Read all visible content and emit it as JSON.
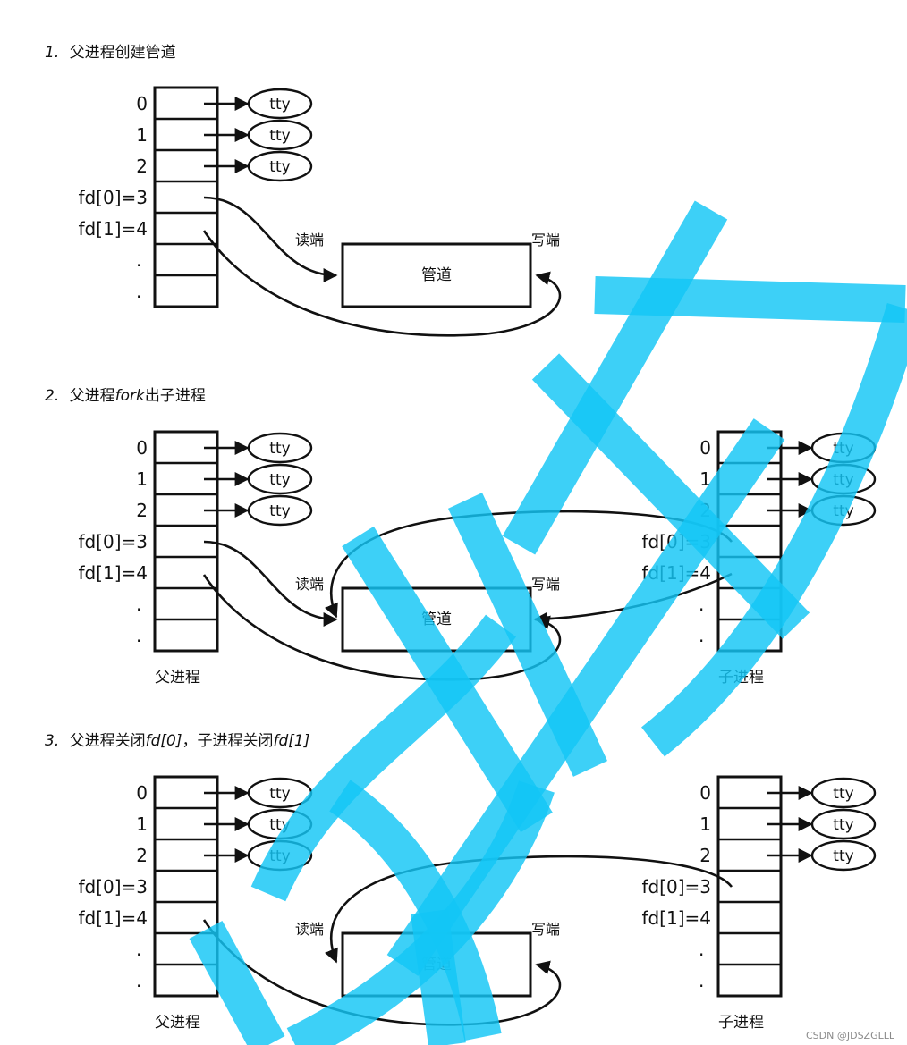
{
  "steps": [
    {
      "title_num": "1.",
      "title_parts": [
        {
          "t": "父进程创建管道",
          "it": false
        }
      ],
      "parent": {
        "rows": [
          "0",
          "1",
          "2",
          "fd[0]=3",
          "fd[1]=4",
          ".",
          "."
        ],
        "tty": [
          "tty",
          "tty",
          "tty"
        ]
      },
      "pipe": {
        "label": "管道",
        "read_end": "读端",
        "write_end": "写端"
      }
    },
    {
      "title_num": "2.",
      "title_parts": [
        {
          "t": "父进程",
          "it": false
        },
        {
          "t": "fork",
          "it": true
        },
        {
          "t": "出子进程",
          "it": false
        }
      ],
      "parent": {
        "rows": [
          "0",
          "1",
          "2",
          "fd[0]=3",
          "fd[1]=4",
          ".",
          "."
        ],
        "tty": [
          "tty",
          "tty",
          "tty"
        ],
        "caption": "父进程"
      },
      "child": {
        "rows": [
          "0",
          "1",
          "2",
          "fd[0]=3",
          "fd[1]=4",
          ".",
          "."
        ],
        "tty": [
          "tty",
          "tty",
          "tty"
        ],
        "caption": "子进程"
      },
      "pipe": {
        "label": "管道",
        "read_end": "读端",
        "write_end": "写端"
      }
    },
    {
      "title_num": "3.",
      "title_parts": [
        {
          "t": "父进程关闭",
          "it": false
        },
        {
          "t": "fd[0]",
          "it": true
        },
        {
          "t": "，子进程关闭",
          "it": false
        },
        {
          "t": "fd[1]",
          "it": true
        }
      ],
      "parent": {
        "rows": [
          "0",
          "1",
          "2",
          "fd[0]=3",
          "fd[1]=4",
          ".",
          "."
        ],
        "tty": [
          "tty",
          "tty",
          "tty"
        ],
        "caption": "父进程"
      },
      "child": {
        "rows": [
          "0",
          "1",
          "2",
          "fd[0]=3",
          "fd[1]=4",
          ".",
          "."
        ],
        "tty": [
          "tty",
          "tty",
          "tty"
        ],
        "caption": "子进程"
      },
      "pipe": {
        "label": "管道",
        "read_end": "读端",
        "write_end": "写端"
      }
    }
  ],
  "credit": "CSDN @JDSZGLLL",
  "colors": {
    "ink": "#111111",
    "watermark": "#12c6f5",
    "credit": "#8a8a8a"
  }
}
